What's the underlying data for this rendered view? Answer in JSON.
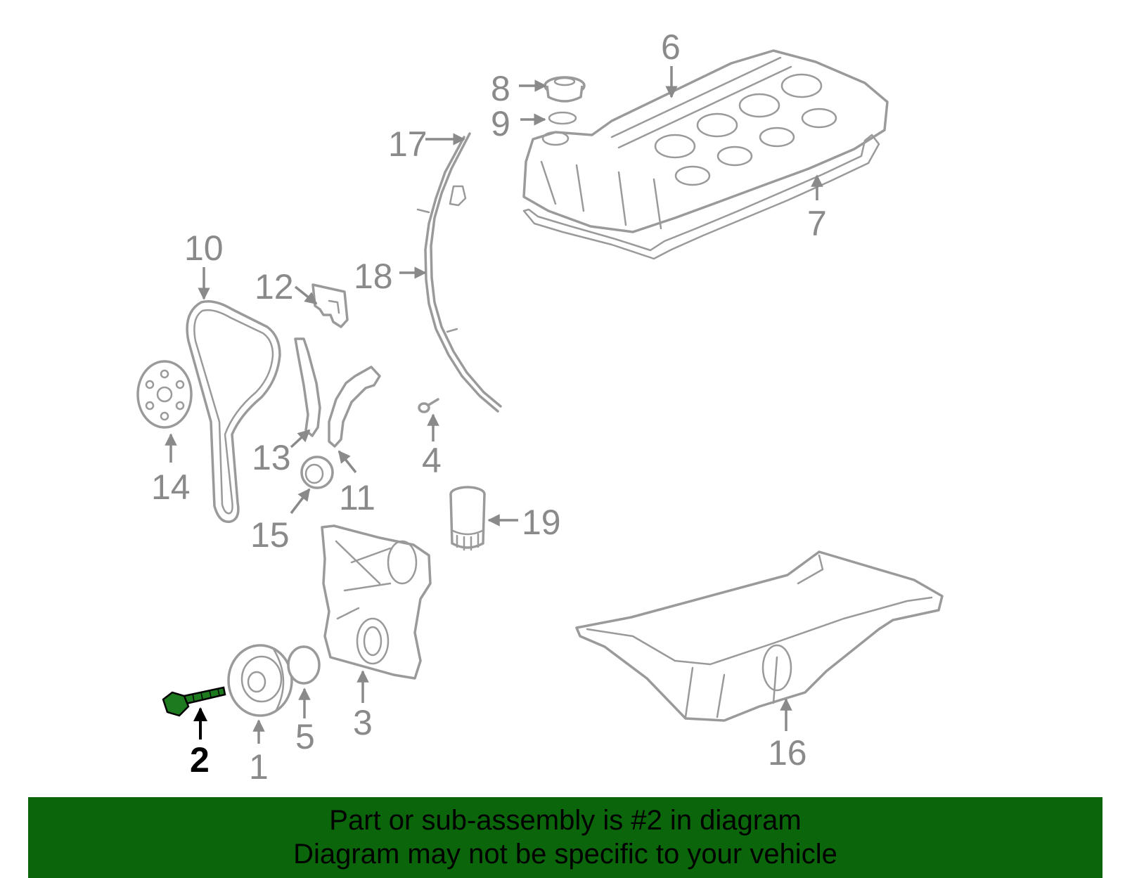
{
  "highlight_color": "#1e7a1e",
  "banner_color": "#0b660b",
  "callouts": {
    "c1": "1",
    "c2": "2",
    "c3": "3",
    "c4": "4",
    "c5": "5",
    "c6": "6",
    "c7": "7",
    "c8": "8",
    "c9": "9",
    "c10": "10",
    "c11": "11",
    "c12": "12",
    "c13": "13",
    "c14": "14",
    "c15": "15",
    "c16": "16",
    "c17": "17",
    "c18": "18",
    "c19": "19"
  },
  "highlighted_part": "2",
  "banner": {
    "line1": "Part or sub-assembly is #2 in diagram",
    "line2": "Diagram may not be specific to your vehicle"
  }
}
